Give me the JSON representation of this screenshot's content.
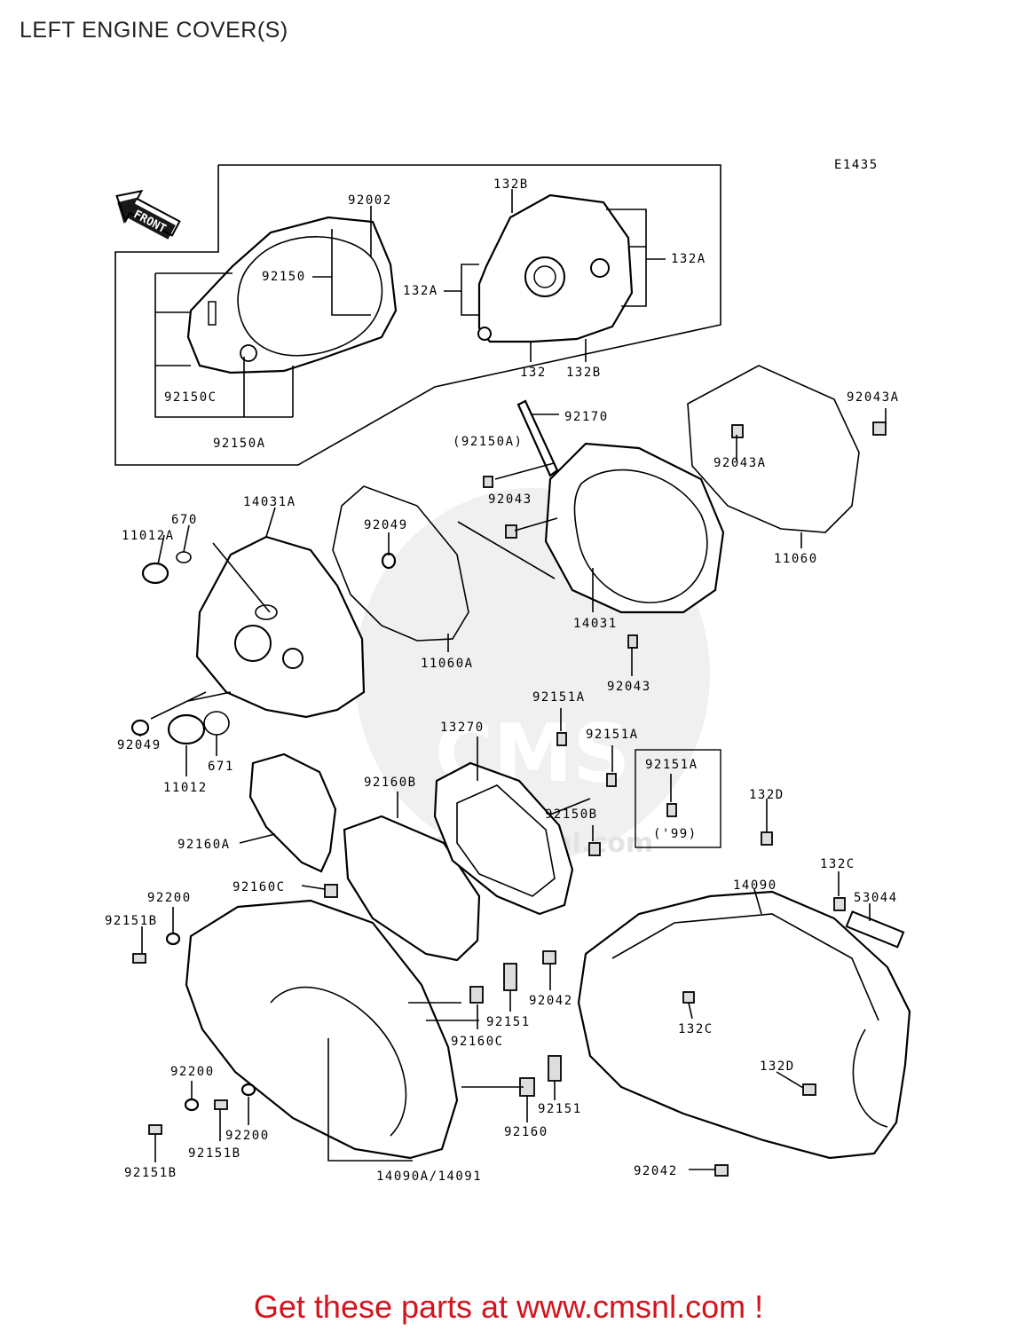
{
  "page_title": "LEFT ENGINE COVER(S)",
  "diagram_code": "E1435",
  "front_arrow_text": "FRONT",
  "footer_cta": "Get these parts at www.cmsnl.com !",
  "watermark_text": "www.cmsnl.com",
  "watermark_logo_text": "CMS",
  "callouts": {
    "c92002": "92002",
    "c92150": "92150",
    "c92150C": "92150C",
    "c92150A_top": "92150A",
    "c132B_top": "132B",
    "c132A_right": "132A",
    "c132A_left": "132A",
    "c132": "132",
    "c132B_bottom": "132B",
    "c92170": "92170",
    "c92150A_paren": "(92150A)",
    "c92043_mid": "92043",
    "c92043A_right": "92043A",
    "c92043A_inner": "92043A",
    "c11060": "11060",
    "c14031A": "14031A",
    "c670": "670",
    "c11012A": "11012A",
    "c92049_top": "92049",
    "c11060A": "11060A",
    "c14031": "14031",
    "c92043_lower": "92043",
    "c92049_bottom": "92049",
    "c671": "671",
    "c11012": "11012",
    "c13270": "13270",
    "c92151A_a": "92151A",
    "c92151A_b": "92151A",
    "c92151A_box": "92151A",
    "c99": "('99)",
    "c92160B": "92160B",
    "c92150B": "92150B",
    "c92160A": "92160A",
    "c132D_top": "132D",
    "c132C_top": "132C",
    "c53044": "53044",
    "c14090": "14090",
    "c92200_top": "92200",
    "c92151B_top": "92151B",
    "c92160C_top": "92160C",
    "c92151_a": "92151",
    "c92160C_bottom": "92160C",
    "c92042_mid": "92042",
    "c132C_mid": "132C",
    "c132D_bottom": "132D",
    "c92200_mid": "92200",
    "c92200_bottom": "92200",
    "c92151B_mid": "92151B",
    "c92151B_bottom": "92151B",
    "c92160": "92160",
    "c92151_b": "92151",
    "c14090A_14091": "14090A/14091",
    "c92042_bottom": "92042"
  },
  "colors": {
    "cta": "#d4141c",
    "line": "#000000",
    "watermark": "#e3e3e3"
  }
}
